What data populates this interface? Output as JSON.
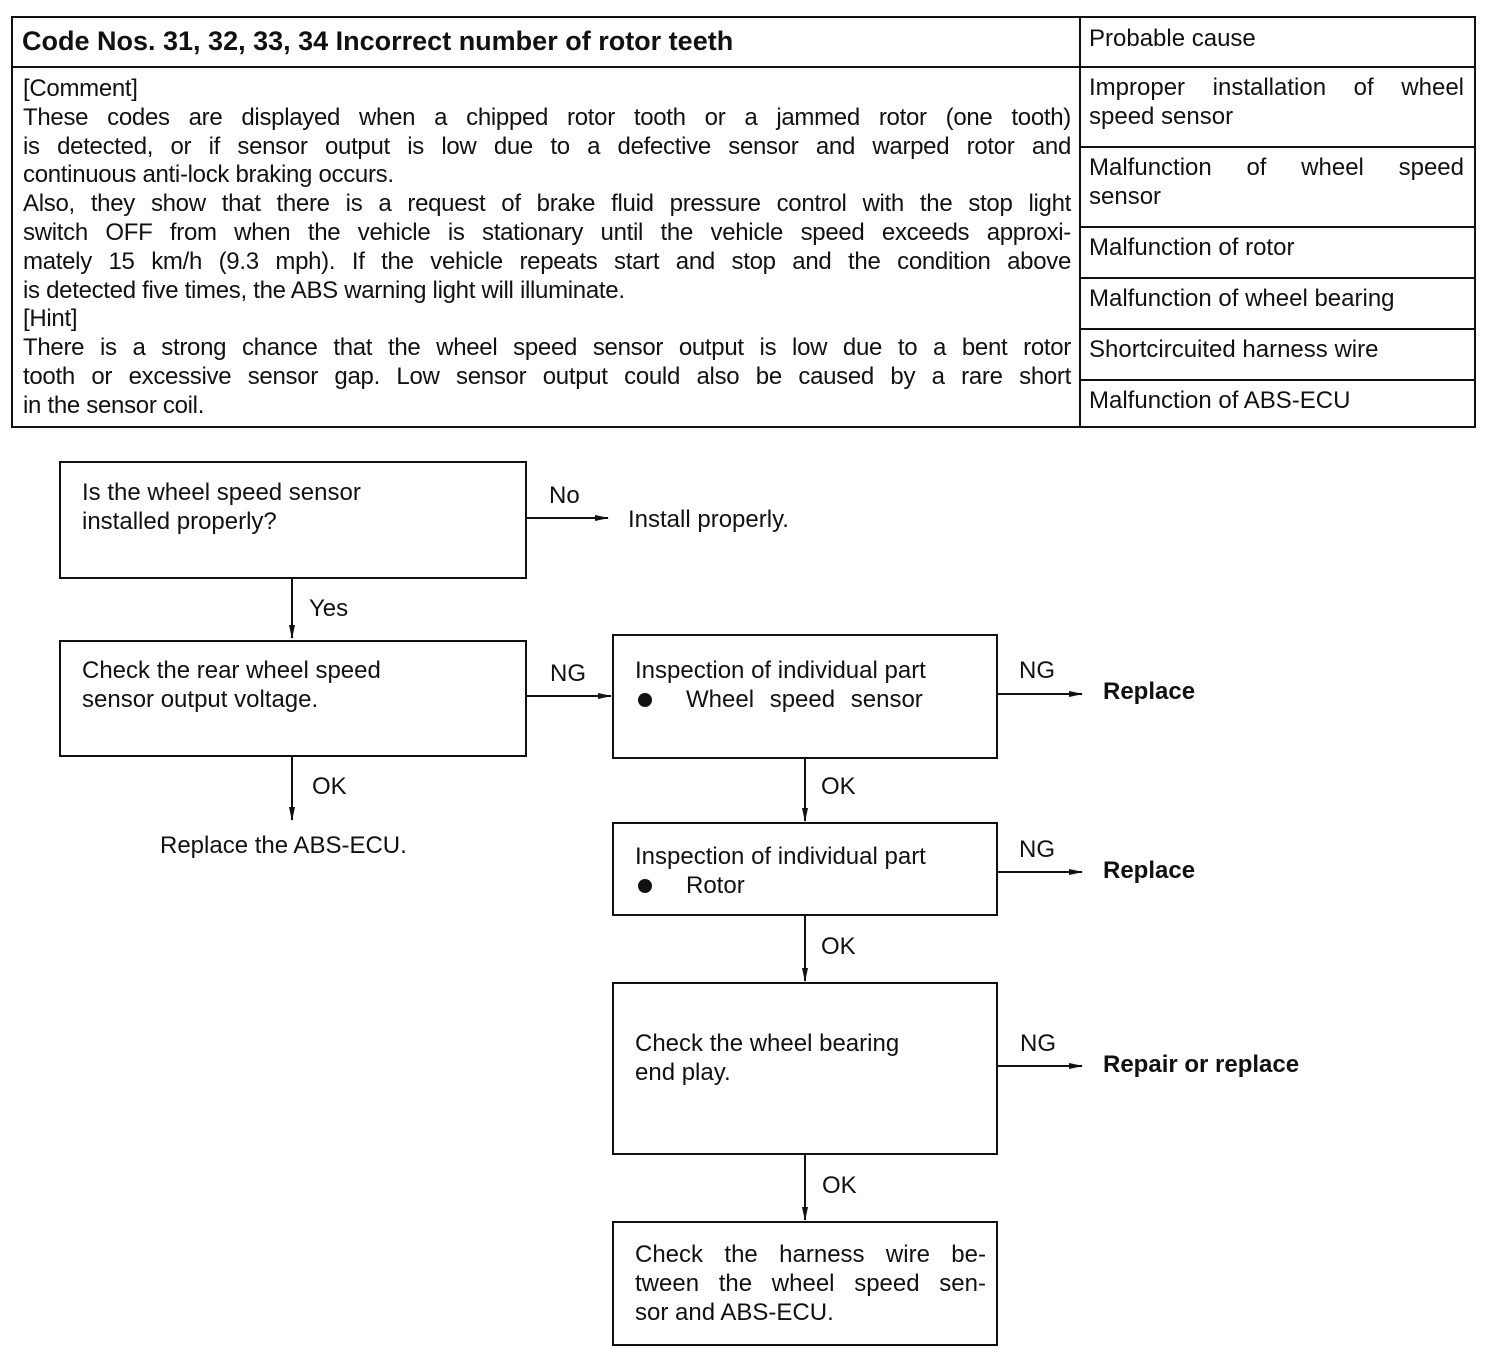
{
  "table": {
    "title": "Code Nos. 31, 32, 33, 34 Incorrect number of rotor teeth",
    "cause_header": "Probable cause",
    "comment": {
      "heading": "[Comment]",
      "lines": [
        "These codes are displayed when a chipped rotor tooth or a jammed rotor (one tooth)",
        "is detected, or if sensor output is low due to a defective sensor and warped rotor and",
        "continuous anti-lock braking occurs.",
        "Also, they show that there is a request of brake fluid pressure control with the stop light",
        "switch OFF from when the vehicle is stationary until the vehicle speed exceeds approxi-",
        "mately 15 km/h (9.3 mph). If the vehicle repeats start and stop and the condition above",
        "is detected five times, the ABS warning light will illuminate."
      ]
    },
    "hint": {
      "heading": "[Hint]",
      "lines": [
        "There is a strong chance that the wheel speed sensor output is low due to a bent rotor",
        "tooth or excessive sensor gap. Low sensor output could also be caused by a rare short",
        "in the sensor coil."
      ]
    },
    "causes": [
      [
        "Improper installation of wheel",
        "speed sensor"
      ],
      [
        "Malfunction of wheel speed",
        "sensor"
      ],
      [
        "Malfunction of rotor"
      ],
      [
        "Malfunction of wheel bearing"
      ],
      [
        "Shortcircuited harness wire"
      ],
      [
        "Malfunction of ABS-ECU"
      ]
    ]
  },
  "flow": {
    "step1": {
      "line1": "Is the wheel speed sensor",
      "line2": "installed properly?"
    },
    "step1_no_label": "No",
    "step1_no_result": "Install properly.",
    "step1_yes_label": "Yes",
    "step2": {
      "line1": "Check the rear wheel speed",
      "line2": "sensor output voltage."
    },
    "step2_ng_label": "NG",
    "step2_ok_label": "OK",
    "step2_ok_result": "Replace the ABS-ECU.",
    "step3": {
      "line1": "Inspection of individual part",
      "item": "Wheel speed sensor"
    },
    "step3_ng_label": "NG",
    "step3_ng_result": "Replace",
    "step3_ok_label": "OK",
    "step4": {
      "line1": "Inspection of individual part",
      "item": "Rotor"
    },
    "step4_ng_label": "NG",
    "step4_ng_result": "Replace",
    "step4_ok_label": "OK",
    "step5": {
      "line1": "Check the wheel bearing",
      "line2": "end play."
    },
    "step5_ng_label": "NG",
    "step5_ng_result": "Repair or replace",
    "step5_ok_label": "OK",
    "step6": {
      "lines": [
        "Check the harness wire be-",
        "tween the wheel speed sen-",
        "sor and ABS-ECU."
      ]
    }
  }
}
